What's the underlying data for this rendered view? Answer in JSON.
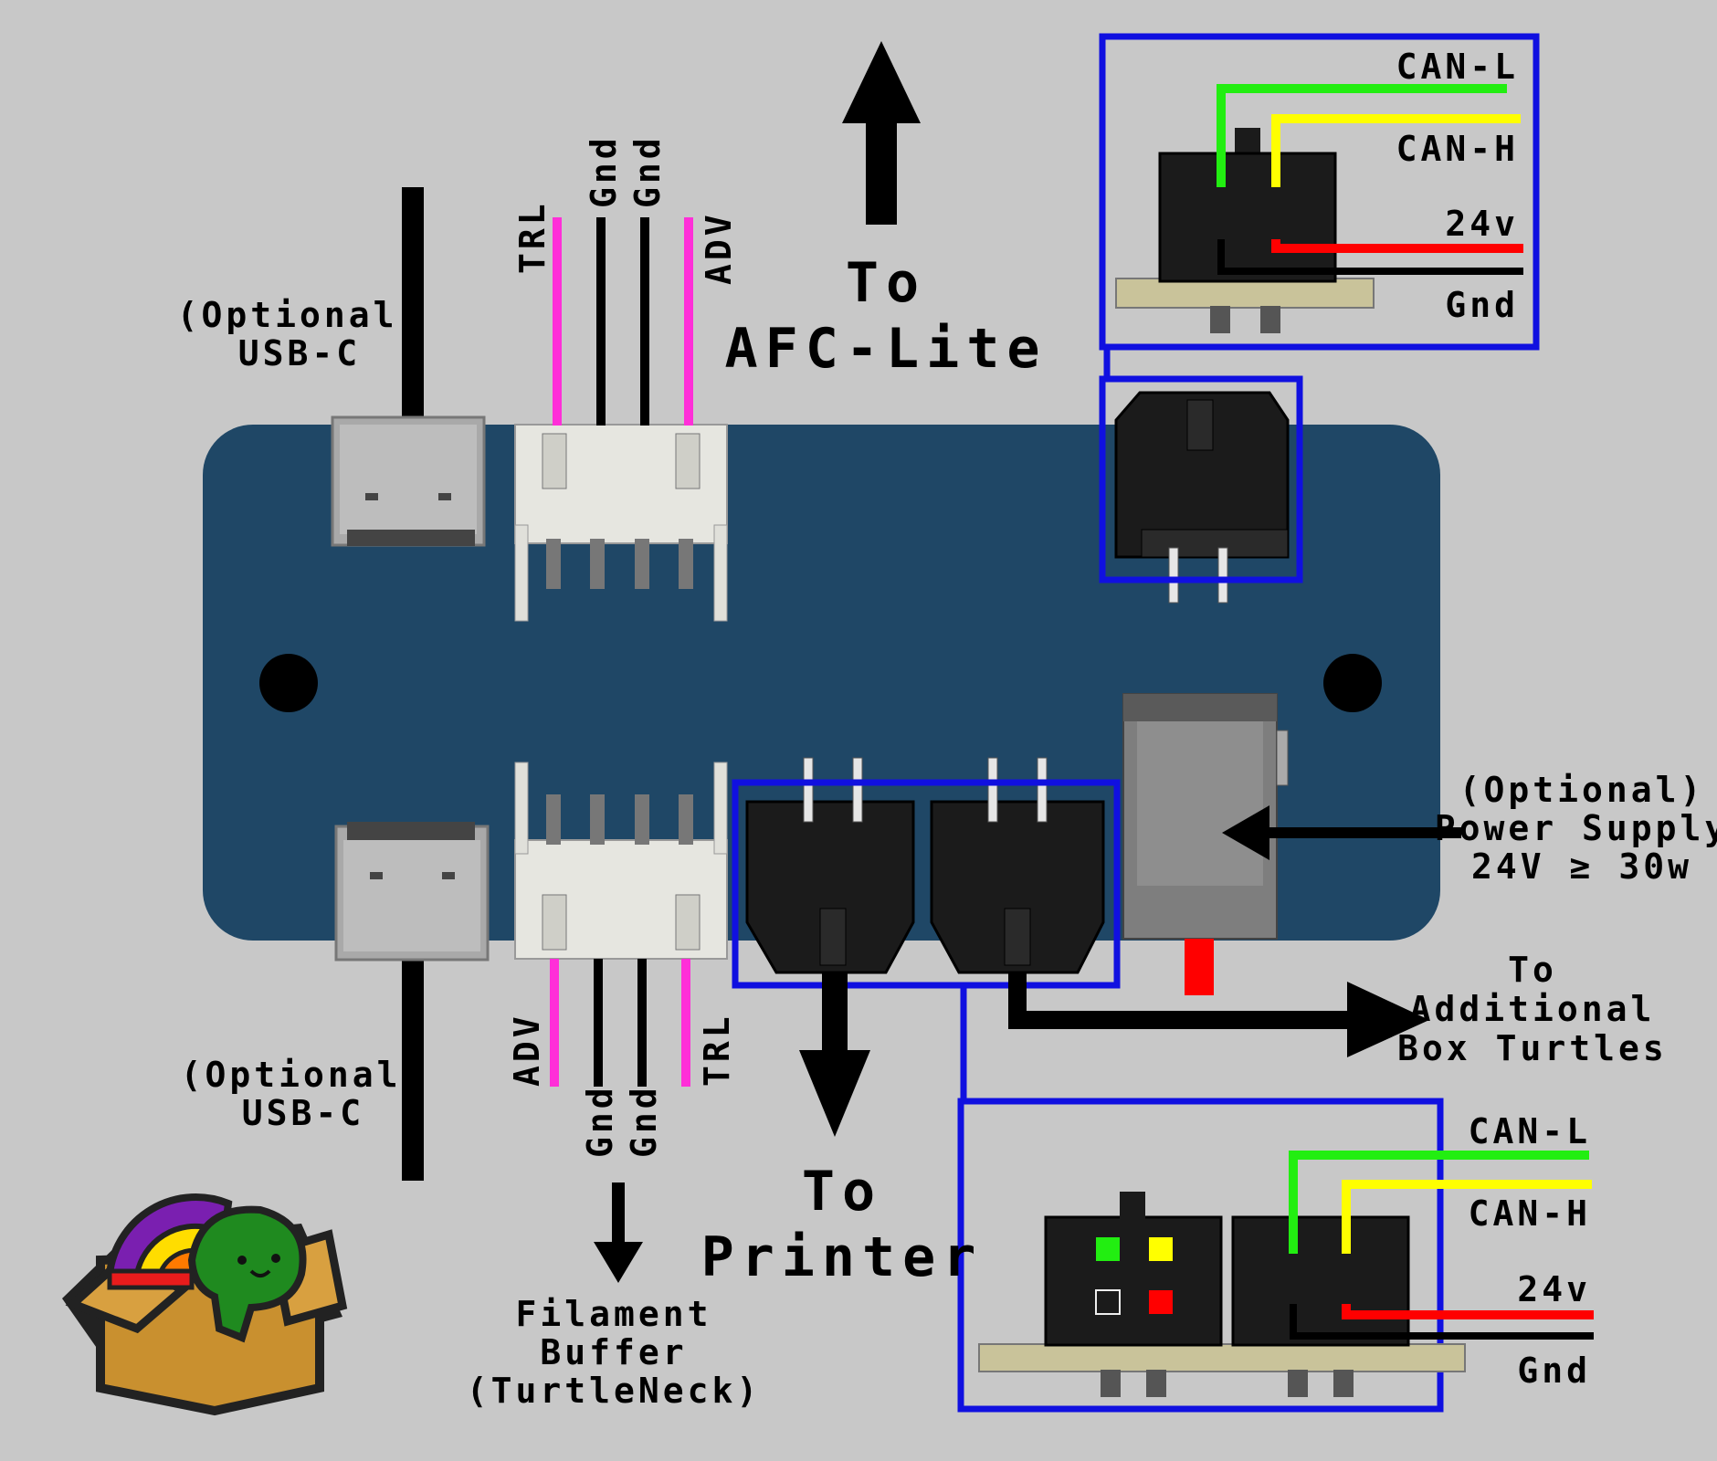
{
  "labels": {
    "usb_top": [
      "(Optional)",
      "USB-C"
    ],
    "usb_bottom": [
      "(Optional)",
      "USB-C"
    ],
    "top_pins": [
      "TRL",
      "Gnd",
      "Gnd",
      "ADV"
    ],
    "bottom_pins": [
      "ADV",
      "Gnd",
      "Gnd",
      "TRL"
    ],
    "to_afc": [
      "To",
      "AFC-Lite"
    ],
    "to_printer": [
      "To",
      "Printer"
    ],
    "filament_buffer": [
      "Filament",
      "Buffer",
      "(TurtleNeck)"
    ],
    "power_supply": [
      "(Optional)",
      "Power Supply",
      "24V ≥ 30w"
    ],
    "additional": [
      "To",
      "Additional",
      "Box Turtles"
    ],
    "can_top": [
      "CAN-L",
      "CAN-H",
      "24v",
      "Gnd"
    ],
    "can_bottom": [
      "CAN-L",
      "CAN-H",
      "24v",
      "Gnd"
    ]
  },
  "colors": {
    "background": "#c8c8c8",
    "board": "#1f4766",
    "highlight": "#1010e0",
    "wire_pink": "#ff2fd8",
    "wire_green": "#22ee11",
    "wire_yellow": "#ffff00",
    "wire_red": "#ff0000",
    "pcb_strip": "#c9c39a"
  },
  "icons": {
    "logo": "turtle-in-box-logo"
  }
}
